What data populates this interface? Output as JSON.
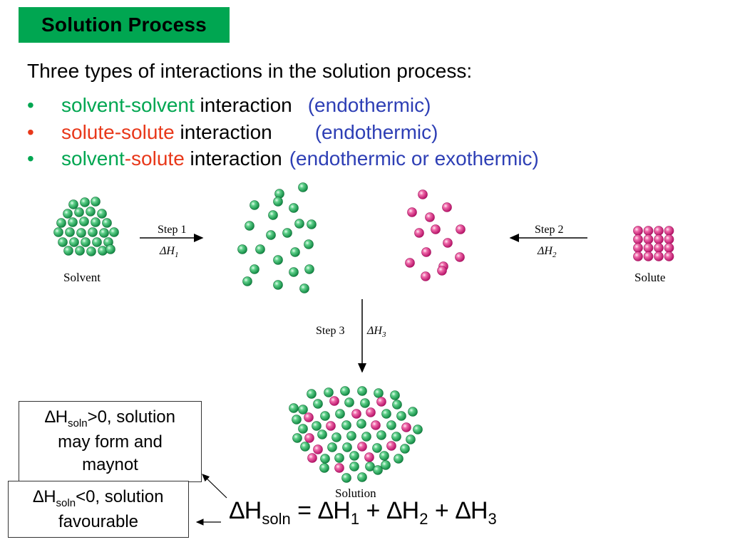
{
  "title": "Solution Process",
  "intro": "Three types of interactions in the solution process:",
  "bullet_char": "•",
  "bullets": [
    {
      "part1": "solvent-solvent",
      "part2": "",
      "mid": " interaction",
      "note": "(endothermic)"
    },
    {
      "part1": "solute-solute",
      "part2": "",
      "mid": " interaction",
      "note": "(endothermic)"
    },
    {
      "part1": "solvent",
      "dash": "-",
      "part2": "solute",
      "mid": " interaction",
      "note": "(endothermic or exothermic)"
    }
  ],
  "colors": {
    "green": "#00a651",
    "red": "#e8381a",
    "blue": "#2e3fb5",
    "title_bg": "#00a651",
    "solvent_particle": "#2fae64",
    "solute_particle": "#e8418f"
  },
  "figure": {
    "solvent_label": "Solvent",
    "solute_label": "Solute",
    "solution_label": "Solution",
    "step1": "Step 1",
    "step2": "Step 2",
    "step3": "Step 3",
    "dh1": "ΔH",
    "dh1_sub": "1",
    "dh2": "ΔH",
    "dh2_sub": "2",
    "dh3": "ΔH",
    "dh3_sub": "3"
  },
  "notes": {
    "positive": {
      "delta": "∆H",
      "sub": "soln",
      "rest_line1": ">0, solution",
      "line2": "may form and",
      "line3": "maynot"
    },
    "negative": {
      "delta": "∆H",
      "sub": "soln",
      "rest_line1": "<0, solution",
      "line2": "favourable"
    }
  },
  "equation": {
    "lhs": "∆H",
    "lhs_sub": "soln",
    "eq": " = ",
    "t1": "∆H",
    "t1_sub": "1",
    "plus1": " + ",
    "t2": "∆H",
    "t2_sub": "2",
    "plus2": " + ",
    "t3": "∆H",
    "t3_sub": "3"
  }
}
